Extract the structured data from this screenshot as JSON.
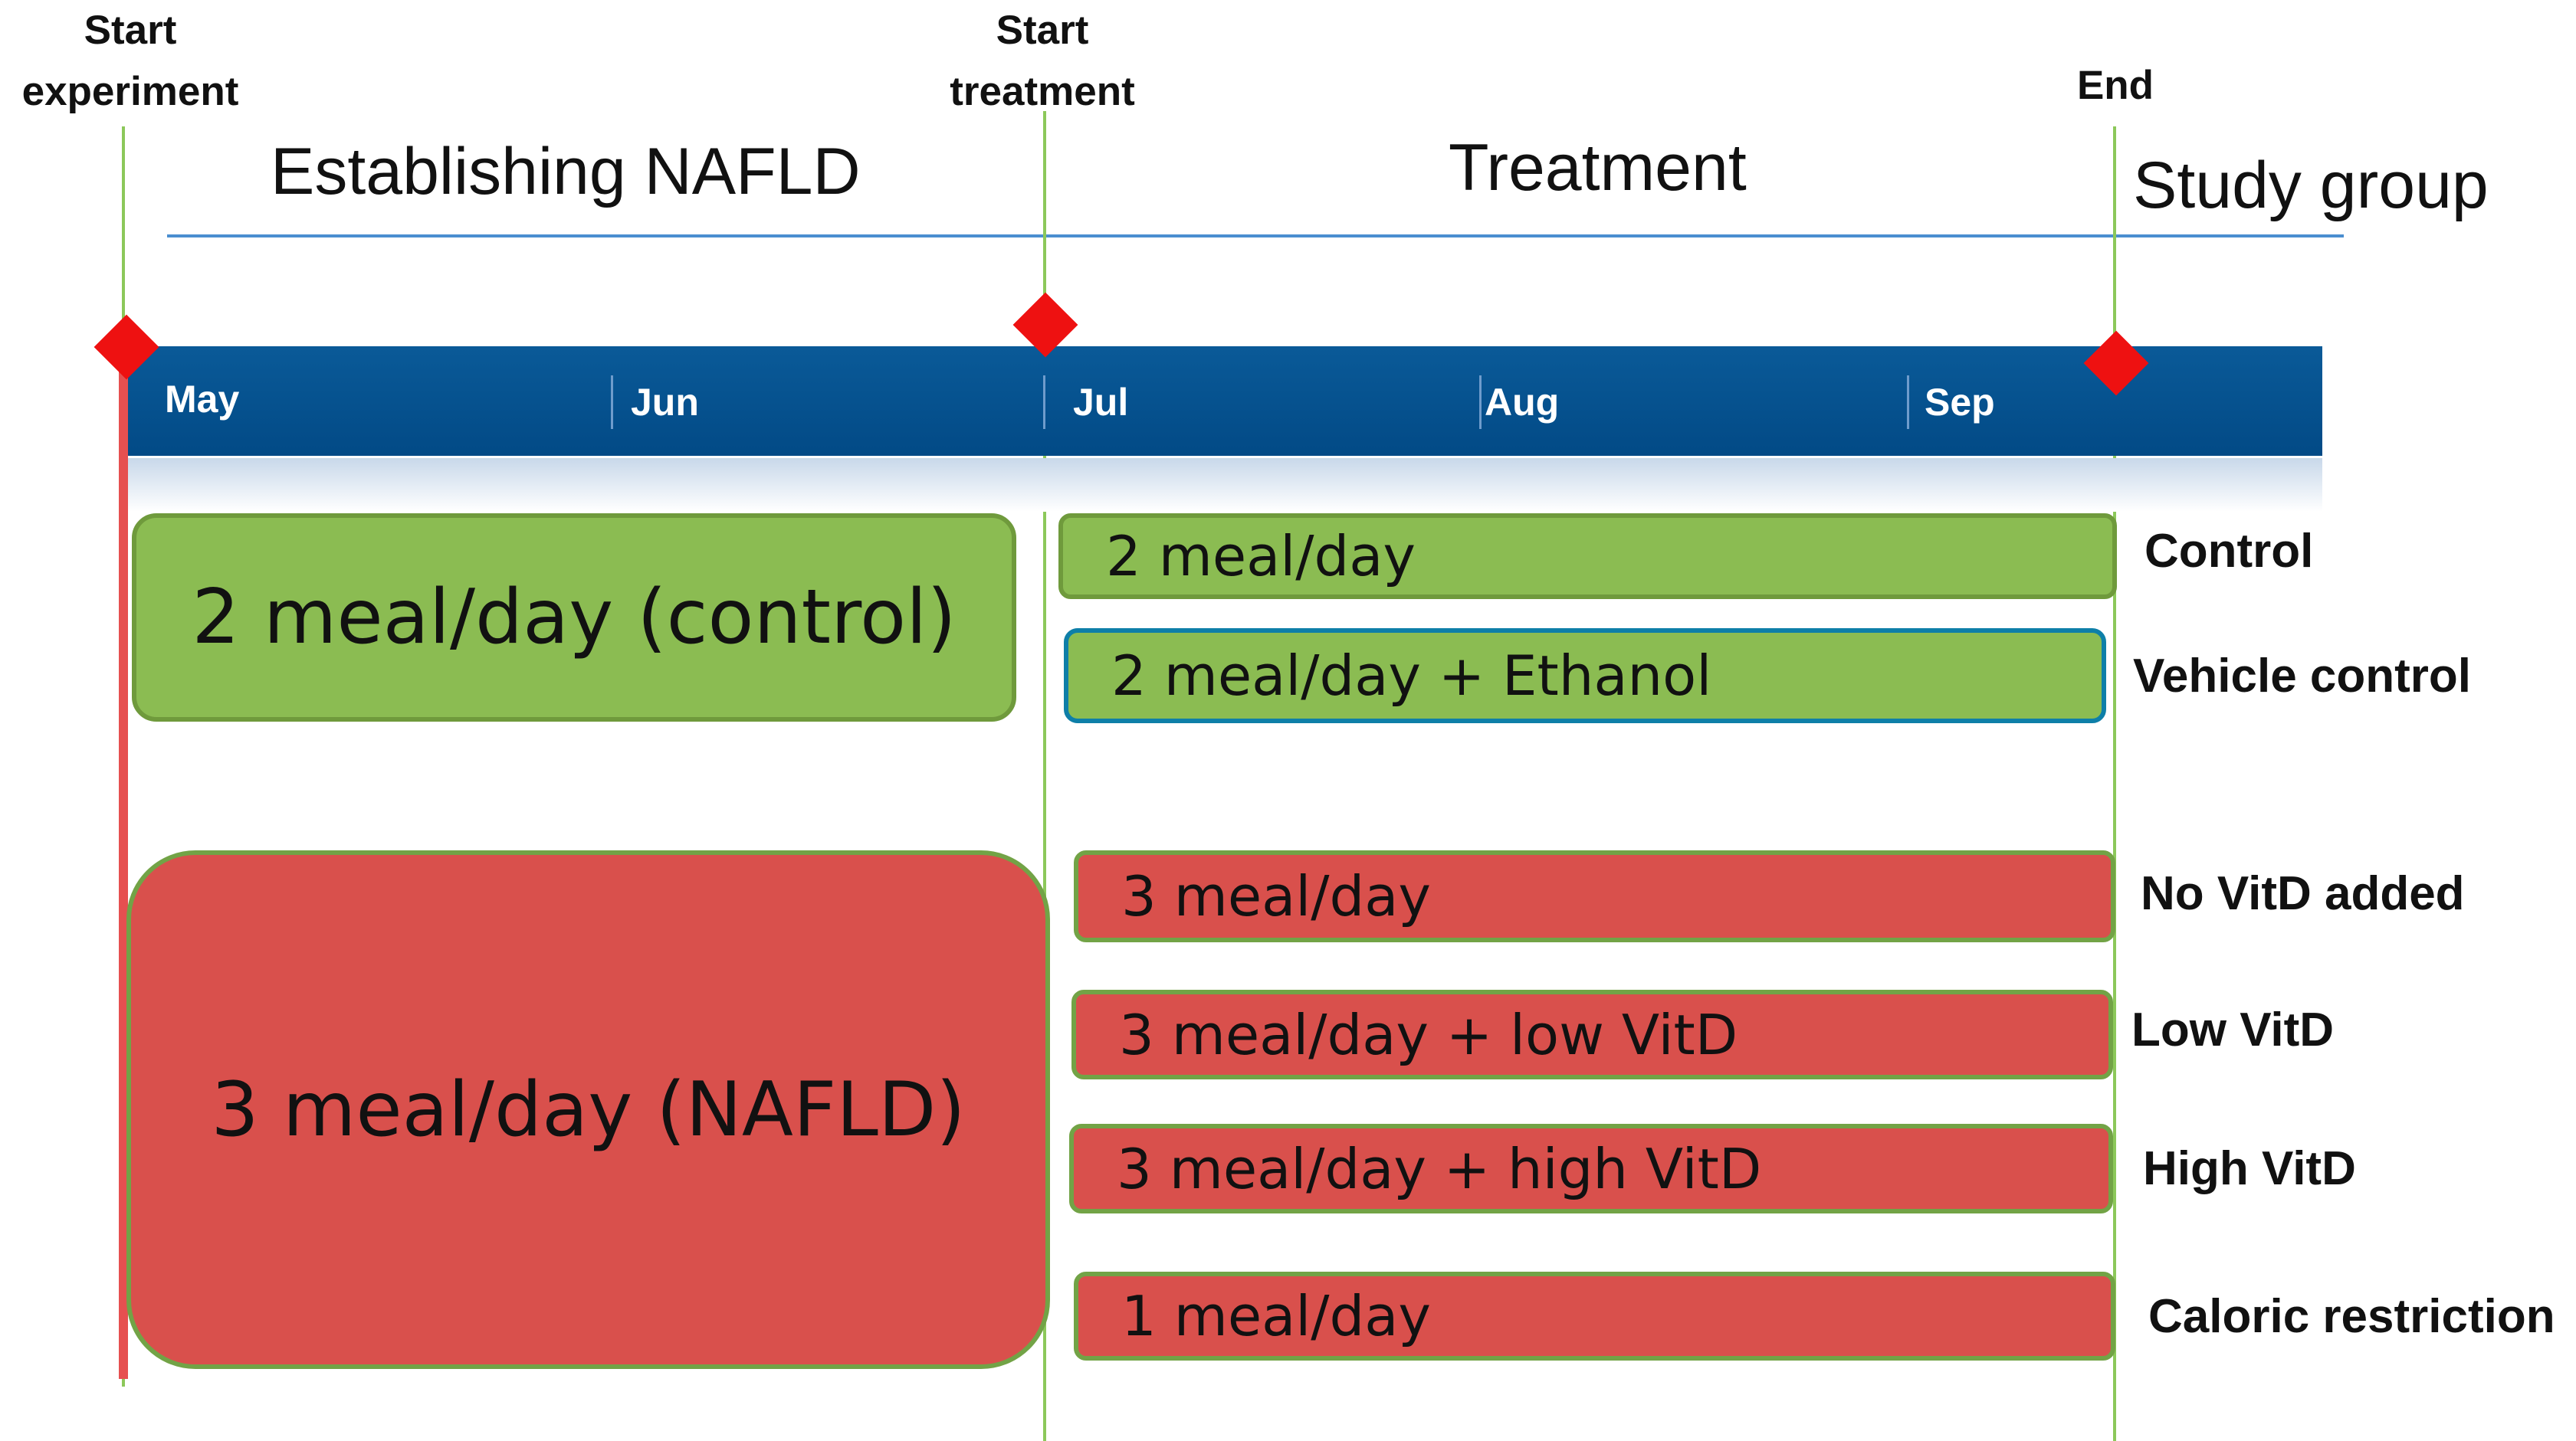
{
  "milestones": {
    "start_experiment": "Start\nexperiment",
    "start_treatment": "Start\ntreatment",
    "end": "End"
  },
  "phases": {
    "establishing": "Establishing NAFLD",
    "treatment": "Treatment",
    "study_group": "Study group"
  },
  "months": [
    "May",
    "Jun",
    "Jul",
    "Aug",
    "Sep"
  ],
  "initial_diets": {
    "control": "2 meal/day (control)",
    "nafld": "3 meal/day (NAFLD)"
  },
  "treatments": [
    {
      "label": "2 meal/day",
      "group": "Control"
    },
    {
      "label": "2 meal/day + Ethanol",
      "group": "Vehicle control"
    },
    {
      "label": "3 meal/day",
      "group": "No VitD added"
    },
    {
      "label": "3 meal/day + low VitD",
      "group": "Low VitD"
    },
    {
      "label": "3 meal/day + high VitD",
      "group": "High VitD"
    },
    {
      "label": "1 meal/day",
      "group": "Caloric restriction"
    }
  ],
  "colors": {
    "green": "#8bbc52",
    "red": "#d9504c",
    "bar": "#024a86",
    "marker": "#ee1111",
    "ethanol_border": "#0e7fa8"
  }
}
